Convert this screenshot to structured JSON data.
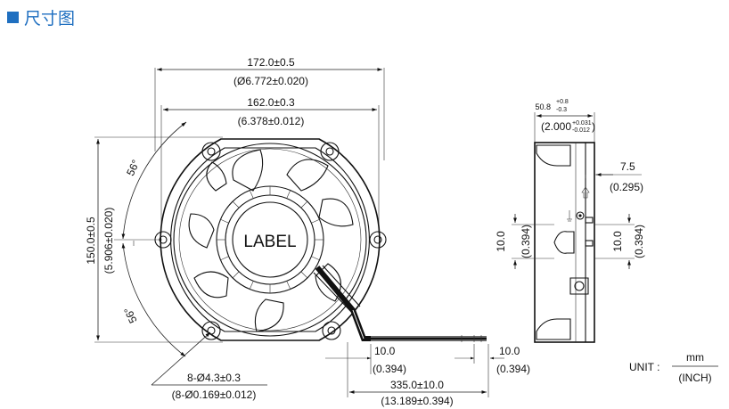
{
  "title": "尺寸图",
  "colors": {
    "title": "#1f6fc0",
    "line": "#111111"
  },
  "front": {
    "width_mm": "172.0±0.5",
    "width_in": "(Ø6.772±0.020)",
    "hole_pitch_mm": "162.0±0.3",
    "hole_pitch_in": "(6.378±0.012)",
    "height_mm": "150.0±0.5",
    "height_in": "(5.906±0.020)",
    "angle_top": "56°",
    "angle_bottom": "56°",
    "label": "LABEL",
    "holes_mm": "8-Ø4.3±0.3",
    "holes_in": "(8-Ø0.169±0.012)",
    "lead_strip_mm": "10.0",
    "lead_strip_in": "(0.394)",
    "lead_tin_mm": "10.0",
    "lead_tin_in": "(0.394)",
    "lead_len_mm": "335.0±10.0",
    "lead_len_in": "(13.189±0.394)"
  },
  "side": {
    "depth_mm": "50.8",
    "depth_tol_plus": "+0.8",
    "depth_tol_minus": "-0.3",
    "depth_in": "(2.000",
    "depth_in_plus": "+0.031",
    "depth_in_minus": "-0.012",
    "depth_in_close": ")",
    "flange_mm": "7.5",
    "flange_in": "(0.295)",
    "left_h_mm": "10.0",
    "left_h_in": "(0.394)",
    "right_h_mm": "10.0",
    "right_h_in": "(0.394)"
  },
  "unit": {
    "label": "UNIT :",
    "top": "mm",
    "bottom": "(INCH)"
  }
}
